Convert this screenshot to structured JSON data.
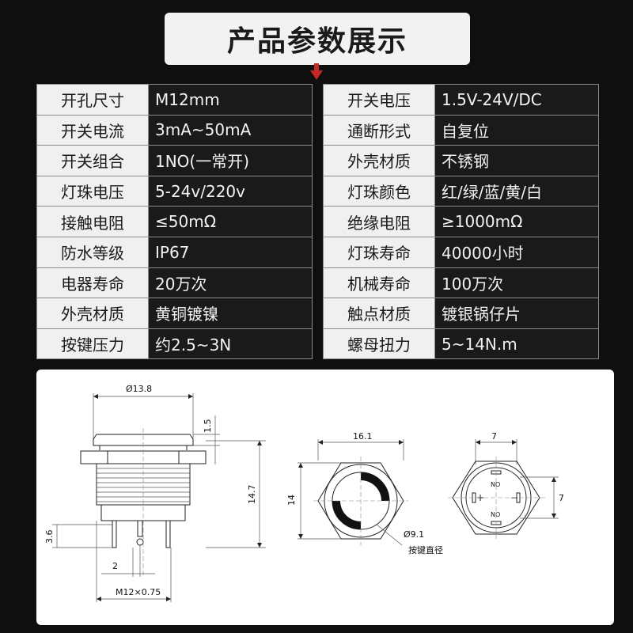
{
  "title": "产品参数展示",
  "left_table": [
    {
      "key": "开孔尺寸",
      "value": "M12mm"
    },
    {
      "key": "开关电流",
      "value": "3mA~50mA"
    },
    {
      "key": "开关组合",
      "value": "1NO(一常开)"
    },
    {
      "key": "灯珠电压",
      "value": "5-24v/220v"
    },
    {
      "key": "接触电阻",
      "value": "≤50mΩ"
    },
    {
      "key": "防水等级",
      "value": "IP67"
    },
    {
      "key": "电器寿命",
      "value": "20万次"
    },
    {
      "key": "外壳材质",
      "value": "黄铜镀镍"
    },
    {
      "key": "按键压力",
      "value": "约2.5~3N"
    }
  ],
  "right_table": [
    {
      "key": "开关电压",
      "value": "1.5V-24V/DC"
    },
    {
      "key": "通断形式",
      "value": "自复位"
    },
    {
      "key": "外壳材质",
      "value": "不锈钢"
    },
    {
      "key": "灯珠颜色",
      "value": "红/绿/蓝/黄/白"
    },
    {
      "key": "绝缘电阻",
      "value": "≥1000mΩ"
    },
    {
      "key": "灯珠寿命",
      "value": "40000小时"
    },
    {
      "key": "机械寿命",
      "value": "100万次"
    },
    {
      "key": "触点材质",
      "value": "镀银锅仔片"
    },
    {
      "key": "螺母扭力",
      "value": "5~14N.m"
    }
  ],
  "drawing": {
    "side_diameter": "Ø13.8",
    "head_height": "1.5",
    "body_height": "14.7",
    "pin_length": "3.6",
    "pin_spacing": "2",
    "thread": "M12×0.75",
    "front_width": "16.1",
    "front_height": "14",
    "button_diameter": "Ø9.1",
    "button_diameter_label": "按键直径",
    "rear_width": "7",
    "rear_height": "7",
    "rear_pin_label_top": "NO",
    "rear_pin_label_bottom": "NO",
    "plus_symbol": "+",
    "minus_symbol": "−"
  },
  "colors": {
    "background": "#0f0f0f",
    "header_cell": "#f0f0f0",
    "value_cell": "#1a1a1a",
    "arrow": "#c62828"
  }
}
